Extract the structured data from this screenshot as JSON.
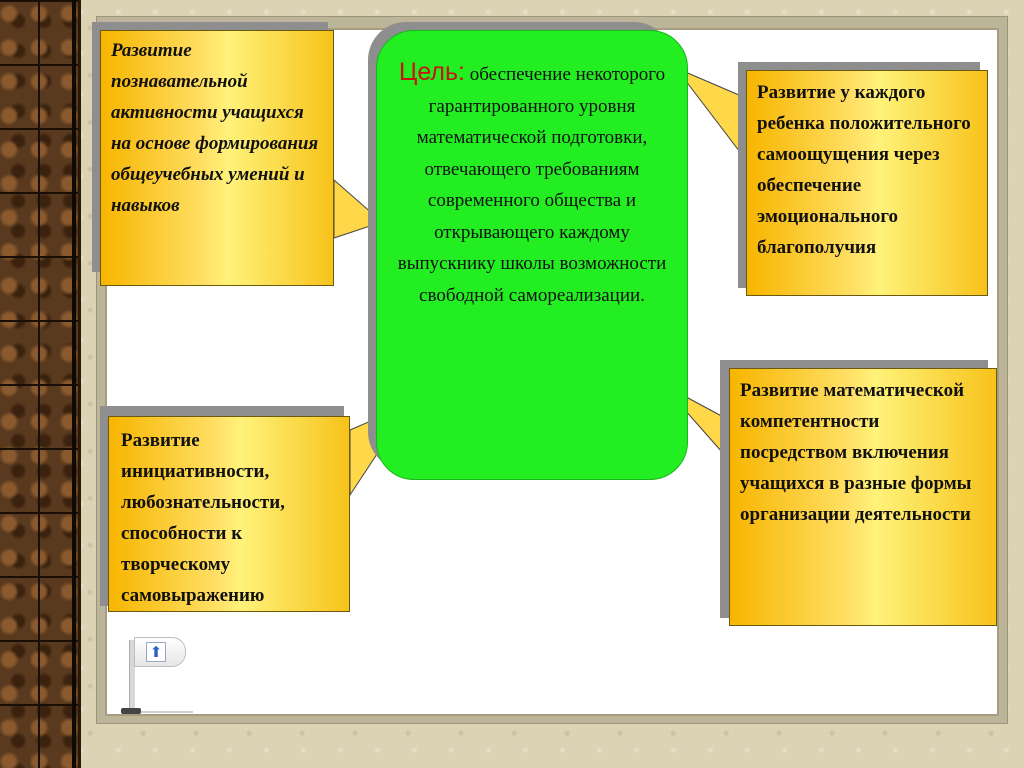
{
  "goal": {
    "label": "Цель:",
    "text": " обеспечение некоторого гарантированного уровня математической подготовки, отвечающего требованиям современного общества и открывающего каждому выпускнику школы возможности свободной самореализации."
  },
  "boxes": {
    "top_left": "Развитие познавательной активности учащихся на основе формирования общеучебных умений и навыков",
    "top_right": "Развитие у каждого ребенка положительного самоощущения через  обеспечение эмоционального благополучия",
    "bottom_left": "Развитие инициативности, любознательности, способности к творческому самовыражению",
    "bottom_right": "Развитие математической компетентности посредством включения учащихся в разные формы организации деятельности"
  },
  "nav": {
    "icon": "up-arrow-icon"
  },
  "colors": {
    "goal_fill": "#22ee22",
    "box_fill": "#ffd400",
    "goal_label": "#cc1111"
  }
}
